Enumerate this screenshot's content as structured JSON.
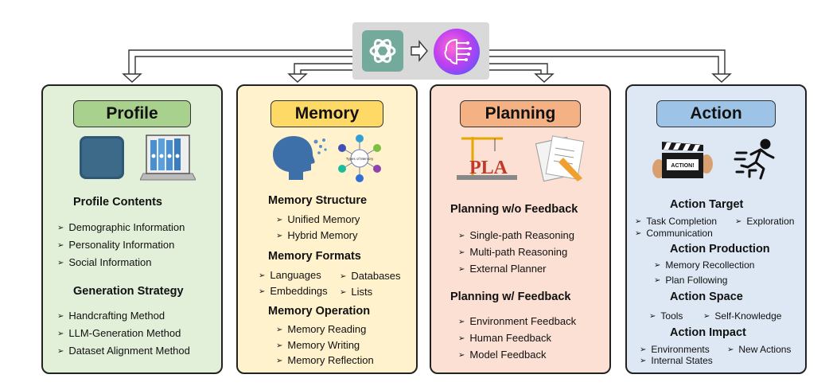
{
  "profile": {
    "title": "Profile",
    "sections": [
      {
        "heading": "Profile Contents",
        "items": [
          "Demographic Information",
          "Personality Information",
          "Social Information"
        ]
      },
      {
        "heading": "Generation Strategy",
        "items": [
          "Handcrafting Method",
          "LLM-Generation Method",
          "Dataset  Alignment Method"
        ]
      }
    ]
  },
  "memory": {
    "title": "Memory",
    "diagram_label": "Types of Memory",
    "sections": [
      {
        "heading": "Memory Structure",
        "items": [
          "Unified Memory",
          "Hybrid Memory"
        ]
      },
      {
        "heading": "Memory Formats",
        "items": [
          "Languages",
          "Databases",
          "Embeddings",
          "Lists"
        ]
      },
      {
        "heading": "Memory Operation",
        "items": [
          "Memory Reading",
          "Memory Writing",
          "Memory Reflection"
        ]
      }
    ]
  },
  "planning": {
    "title": "Planning",
    "image_text": "PLA",
    "sections": [
      {
        "heading": "Planning w/o Feedback",
        "items": [
          "Single-path Reasoning",
          "Multi-path Reasoning",
          "External Planner"
        ]
      },
      {
        "heading": "Planning w/ Feedback",
        "items": [
          "Environment Feedback",
          "Human Feedback",
          "Model Feedback"
        ]
      }
    ]
  },
  "action": {
    "title": "Action",
    "image_text": "ACTION!",
    "sections": [
      {
        "heading": "Action Target",
        "items": [
          "Task Completion",
          "Exploration",
          "Communication"
        ]
      },
      {
        "heading": "Action Production",
        "items": [
          "Memory Recollection",
          "Plan Following"
        ]
      },
      {
        "heading": "Action Space",
        "items": [
          "Tools",
          "Self-Knowledge"
        ]
      },
      {
        "heading": "Action Impact",
        "items": [
          "Environments",
          "New Actions",
          "Internal States"
        ]
      }
    ]
  },
  "colors": {
    "profile_bg": "#e2efd9",
    "profile_title": "#a9d18e",
    "memory_bg": "#fff2cc",
    "memory_title": "#ffd966",
    "planning_bg": "#fbe0d3",
    "planning_title": "#f4b183",
    "action_bg": "#dde8f4",
    "action_title": "#9dc3e6"
  },
  "icons": [
    "chatgpt-logo-icon",
    "ai-brain-logo-icon",
    "folder-icon",
    "binders-laptop-icon",
    "human-head-icon",
    "memory-types-icon",
    "crane-plan-icon",
    "documents-icon",
    "clapperboard-icon",
    "running-person-icon"
  ]
}
